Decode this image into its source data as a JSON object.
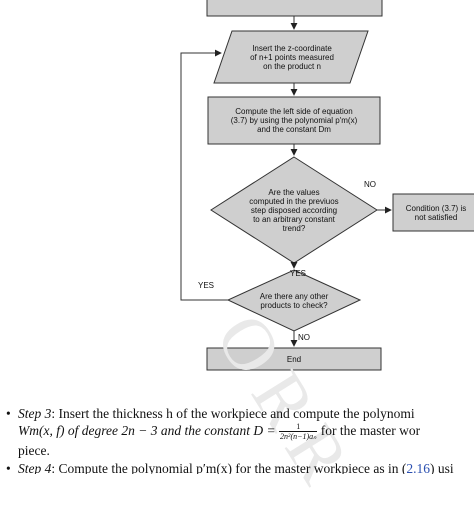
{
  "flowchart": {
    "nodes": {
      "insert_z": "Insert the z-coordinate\nof n+1 points measured\non the product n",
      "compute_left": "Compute the left side of equation\n(3.7) by using the polynomial p'm(x)\nand the constant Dm",
      "decision_trend": "Are the values\ncomputed in the previuos\nstep disposed according\nto an arbitrary constant\ntrend?",
      "condition": "Condition (3.7) is\nnot satisfied",
      "decision_products": "Are there any other\nproducts to check?",
      "end": "End"
    },
    "edge_labels": {
      "no_right": "NO",
      "yes_down": "YES",
      "yes_left": "YES",
      "no_down": "NO"
    }
  },
  "watermark": "ORR",
  "steps": {
    "bullet": "•",
    "step3": {
      "label": "Step 3",
      "line1": ": Insert the thickness h of the workpiece and compute the polynomi",
      "line2_a": "Wm(x, f) of degree 2n − 3 and the constant D =",
      "frac_num": "1",
      "frac_den": "2n²(n−1)aₙ",
      "line2_b": "for the master wor",
      "line3": "piece."
    },
    "step4": {
      "label": "Step 4",
      "text_a": ": Compute the polynomial p′m(x) for the master workpiece as in (",
      "ref": "2.16",
      "text_b": ") usi"
    }
  }
}
